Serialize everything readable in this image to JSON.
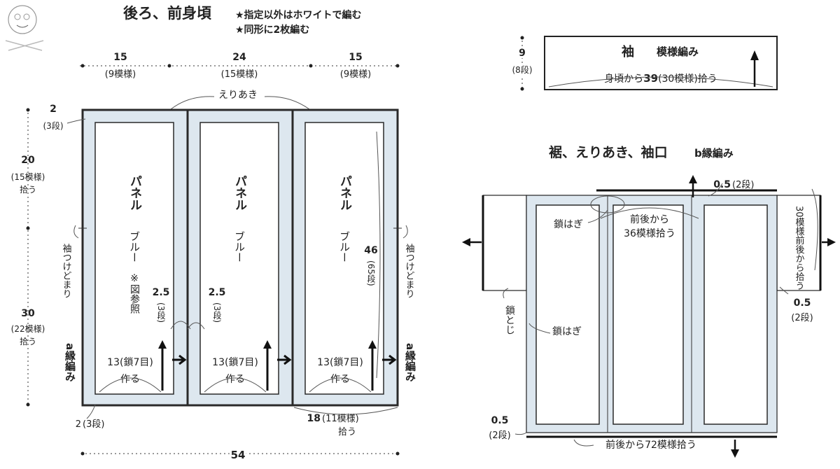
{
  "title": "後ろ、前身頃",
  "notes": [
    "★指定以外はホワイトで編む",
    "★同形に2枚編む"
  ],
  "left": {
    "top_widths": [
      {
        "value": "15",
        "sub": "(9模様)"
      },
      {
        "value": "24",
        "sub": "(15模様)"
      },
      {
        "value": "15",
        "sub": "(9模様)"
      }
    ],
    "neck_label": "えりあき",
    "left_dims": {
      "top_margin": {
        "value": "2",
        "sub": "(3段)"
      },
      "upper": {
        "value": "20",
        "sub": "(15模様)",
        "sub2": "拾う"
      },
      "lower": {
        "value": "30",
        "sub": "(22模様)",
        "sub2": "拾う"
      }
    },
    "sleeve_stop_left": "袖つけどまり",
    "sleeve_stop_right": "袖つけどまり",
    "edge_left": "a縁編み",
    "edge_right": "a縁編み",
    "panel_title": "パネル",
    "panel_color": "ブルー",
    "panel_ref": "※図参照",
    "panel_side": {
      "value": "2.5",
      "sub": "(3段)"
    },
    "right_height": {
      "value": "46",
      "sub": "(65段)"
    },
    "chain_label": "13(鎖7目)",
    "make_label": "作る",
    "bottom_margin": {
      "value": "2",
      "sub": "(3段)"
    },
    "bottom_right": {
      "value": "18",
      "sub": "(11模様)",
      "sub2": "拾う"
    },
    "total_width": "54"
  },
  "sleeve": {
    "height": {
      "value": "9",
      "sub": "(8段)"
    },
    "title": "袖",
    "pattern": "模様編み",
    "pickup_pre": "身頃から",
    "pickup_num": "39",
    "pickup_post": "(30模様)拾う"
  },
  "hem": {
    "title": "裾、えりあき、袖口",
    "edge": "b縁編み",
    "top_right": {
      "value": "0.5",
      "sub": "(2段)"
    },
    "chain_join_1": "鎖はぎ",
    "front_back_1": "前後から",
    "front_back_2": "36模様拾う",
    "side_pickup": "30模様前後から拾う",
    "chain_close": "鎖とじ",
    "chain_join_2": "鎖はぎ",
    "right_margin": {
      "value": "0.5",
      "sub": "(2段)"
    },
    "bottom_left": {
      "value": "0.5",
      "sub": "(2段)"
    },
    "bottom_label": "前後から72模様拾う"
  }
}
